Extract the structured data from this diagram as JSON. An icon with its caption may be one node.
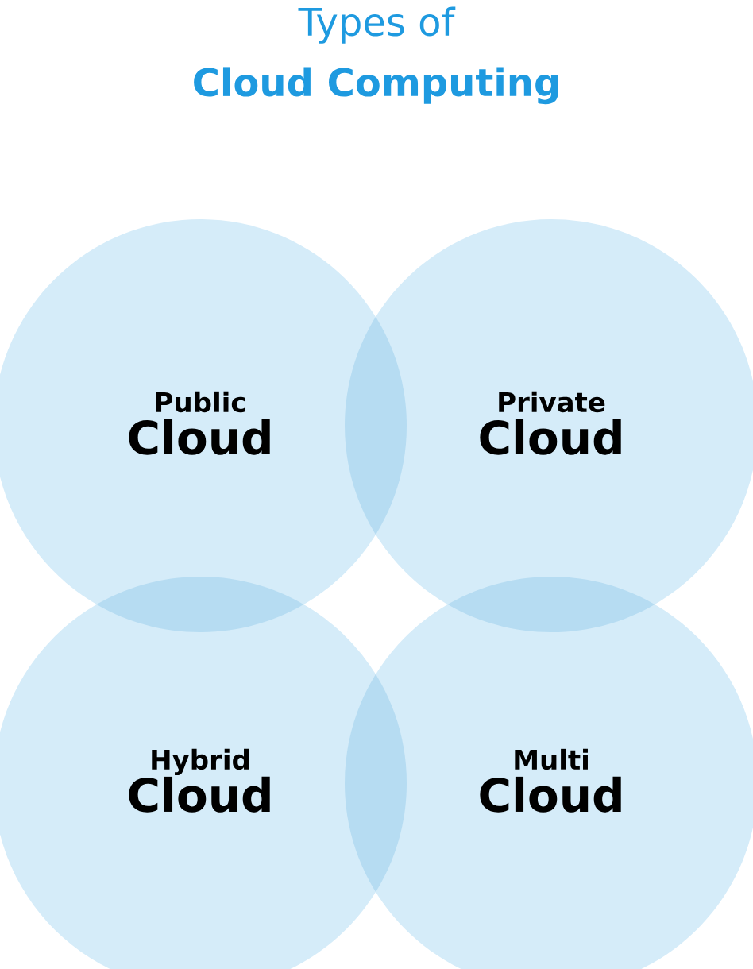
{
  "diagram": {
    "title": "Types of **Cloud Computing**",
    "nodes": [
      {
        "text": [
          "Public",
          "Cloud"
        ]
      },
      {
        "text": [
          "Private",
          "Cloud"
        ]
      },
      {
        "text": [
          "Hybrid",
          "Cloud"
        ]
      },
      {
        "text": [
          "Multi",
          "Cloud"
        ]
      }
    ]
  }
}
